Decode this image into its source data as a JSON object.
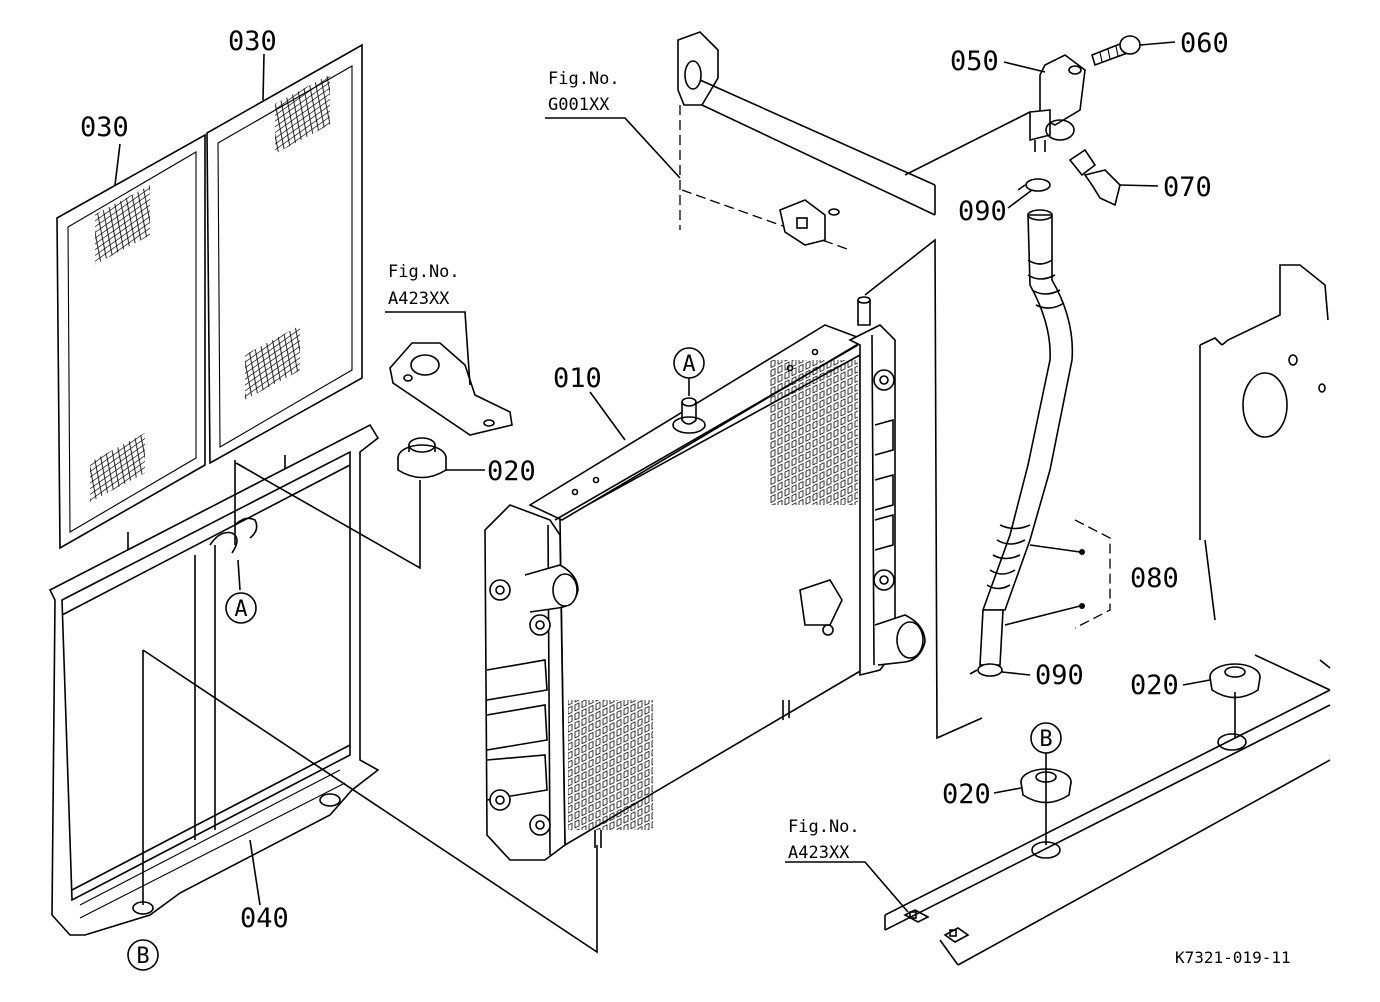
{
  "diagram": {
    "parts": {
      "p010": "010",
      "p020_bracket": "020",
      "p020_right": "020",
      "p020_bottom": "020",
      "p030_top": "030",
      "p030_left": "030",
      "p040": "040",
      "p050": "050",
      "p060": "060",
      "p070": "070",
      "p080": "080",
      "p090_top": "090",
      "p090_bottom": "090"
    },
    "callouts": {
      "a_radiator": "A",
      "a_frame": "A",
      "b_frame": "B",
      "b_base": "B"
    },
    "fig_refs": {
      "g001_label": "Fig.No.",
      "g001_code": "G001XX",
      "a423_top_label": "Fig.No.",
      "a423_top_code": "A423XX",
      "a423_bottom_label": "Fig.No.",
      "a423_bottom_code": "A423XX"
    },
    "drawing_code": "K7321-019-11"
  }
}
